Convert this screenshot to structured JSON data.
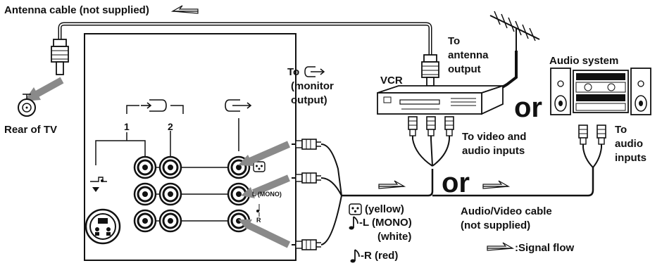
{
  "labels": {
    "antenna_cable": "Antenna cable (not supplied)",
    "rear_of_tv": "Rear of TV",
    "to_antenna_output": [
      "To",
      "antenna",
      "output"
    ],
    "vcr": "VCR",
    "audio_system": "Audio system",
    "to_monitor_output_to": "To",
    "to_monitor_output_rest": [
      "(monitor",
      "output)"
    ],
    "or_top": "or",
    "or_bottom": "or",
    "to_video_audio_inputs": [
      "To video and",
      "audio inputs"
    ],
    "to_audio_inputs": [
      "To",
      "audio",
      "inputs"
    ],
    "input_1": "1",
    "input_2": "2",
    "mono_label": "L (MONO)",
    "r_label": "R",
    "legend_yellow": "(yellow)",
    "legend_white_l": "-L (MONO)",
    "legend_white": "(white)",
    "legend_red": "-R (red)",
    "av_cable": [
      "Audio/Video cable",
      "(not supplied)"
    ],
    "signal_flow": ":Signal flow"
  },
  "colors": {
    "line": "#111111",
    "gray_arrow": "#8a8a8a",
    "panel_bg": "#ffffff"
  },
  "icons": [
    "antenna-icon",
    "vcr-icon",
    "audio-system-icon",
    "rf-connector-icon",
    "rca-plug-icon",
    "signal-flow-arrow-icon",
    "video-input-icon",
    "monitor-output-icon",
    "s-video-icon",
    "note-icon",
    "video-symbol-icon"
  ]
}
